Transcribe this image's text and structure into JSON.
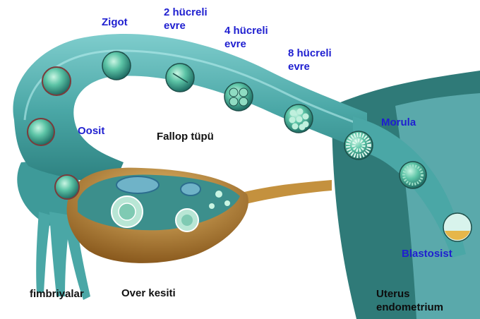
{
  "labels": {
    "zigot": "Zigot",
    "two_cell": "2 hücreli\nevre",
    "four_cell": "4 hücreli\nevre",
    "eight_cell": "8 hücreli\nevre",
    "oosit": "Oosit",
    "fallop": "Fallop tüpü",
    "morula": "Morula",
    "blastosist": "Blastosist",
    "fimbriyalar": "fimbriyalar",
    "over": "Over kesiti",
    "uterus": "Uterus\nendometrium"
  },
  "colors": {
    "label_blue": "#1f1fd0",
    "tube_teal": "#3f9c9c",
    "uterus_teal": "#2f7a78",
    "ovary_gold": "#b8893a",
    "cell_green": "#4fb59a"
  }
}
